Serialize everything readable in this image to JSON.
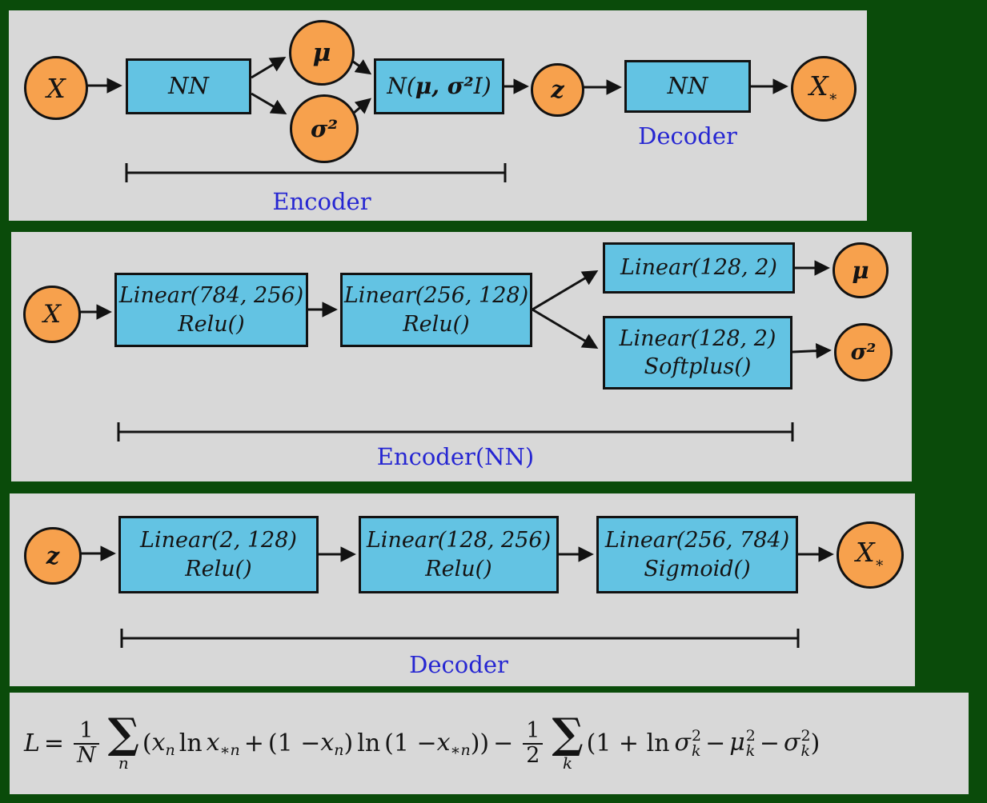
{
  "colors": {
    "background": "#0a4b0a",
    "panel": "#d8d8d8",
    "node_fill": "#f7a14d",
    "box_fill": "#63c3e3",
    "label_blue": "#2626d2",
    "stroke": "#121212"
  },
  "overview": {
    "input": "X",
    "encoder_nn": "NN",
    "mu": "μ",
    "sigma2": "σ²",
    "gaussian_open": "N(",
    "gaussian_params": "μ, σ²",
    "gaussian_close": "I)",
    "latent": "z",
    "decoder_nn": "NN",
    "output_base": "X",
    "output_sub": "∗",
    "encoder_label": "Encoder",
    "decoder_label": "Decoder"
  },
  "encoder": {
    "input": "X",
    "layer1_line1": "Linear(784, 256)",
    "layer1_line2": "Relu()",
    "layer2_line1": "Linear(256, 128)",
    "layer2_line2": "Relu()",
    "mu_layer_line1": "Linear(128, 2)",
    "sigma_layer_line1": "Linear(128, 2)",
    "sigma_layer_line2": "Softplus()",
    "mu": "μ",
    "sigma2": "σ²",
    "label": "Encoder(NN)"
  },
  "decoder": {
    "latent": "z",
    "layer1_line1": "Linear(2, 128)",
    "layer1_line2": "Relu()",
    "layer2_line1": "Linear(128, 256)",
    "layer2_line2": "Relu()",
    "layer3_line1": "Linear(256, 784)",
    "layer3_line2": "Sigmoid()",
    "output_base": "X",
    "output_sub": "∗",
    "label": "Decoder"
  },
  "formula": {
    "lhs": "L",
    "eq": "=",
    "frac_n": {
      "num": "1",
      "den": "N"
    },
    "sum_n": {
      "sym": "∑",
      "idx": "n"
    },
    "open_paren": "(",
    "x": "x",
    "idx_n": "n",
    "idx_star_n": "∗n",
    "ln": "ln",
    "plus": "+",
    "one_minus": "(1 −",
    "close_paren": ")",
    "close_double": "))",
    "minus": "−",
    "frac_half": {
      "num": "1",
      "den": "2"
    },
    "sum_k": {
      "sym": "∑",
      "idx": "k"
    },
    "open_kl": "(1 + ln",
    "sigma": "σ",
    "mu": "μ",
    "sq": "2",
    "idx_k": "k",
    "close_kl": ")"
  }
}
